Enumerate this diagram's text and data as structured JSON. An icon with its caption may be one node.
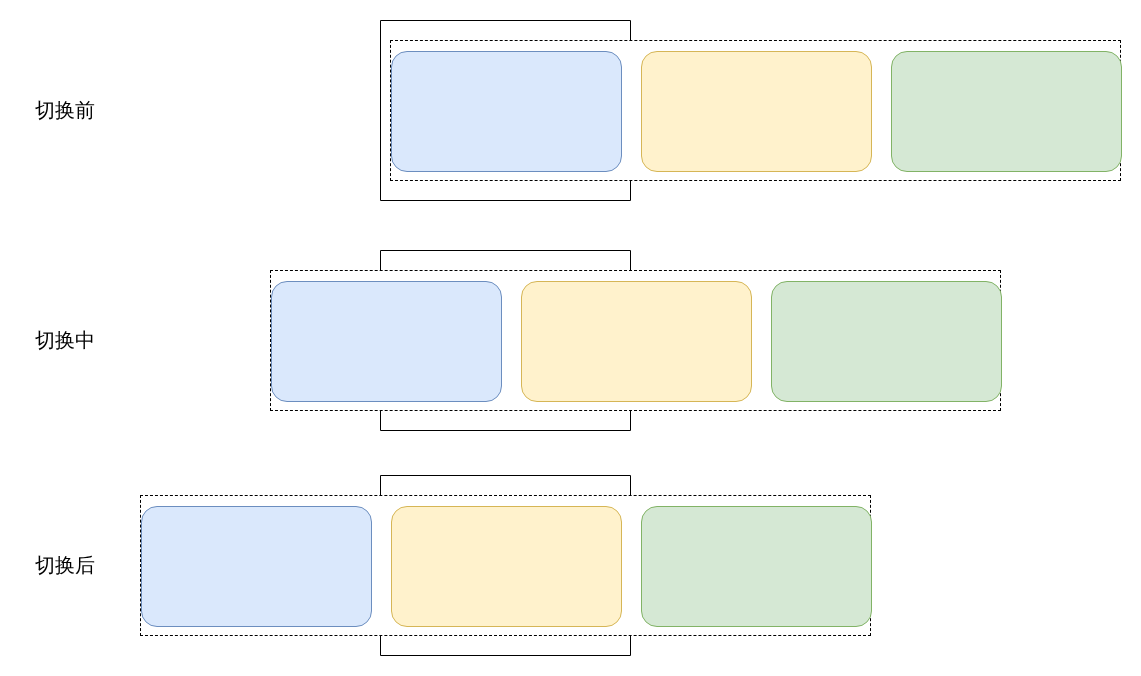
{
  "diagram": {
    "nodes": [
      {
        "text": [],
        "shape": "box"
      },
      {
        "text": [],
        "shape": "box",
        "in": 0
      },
      {
        "text": [],
        "shape": "box",
        "in": 0
      },
      {
        "text": [],
        "shape": "box",
        "in": 0
      },
      {
        "text": [],
        "shape": "box"
      },
      {
        "text": [],
        "shape": "box",
        "in": 4
      },
      {
        "text": [],
        "shape": "box",
        "in": 4
      },
      {
        "text": [],
        "shape": "box",
        "in": 4
      },
      {
        "text": [],
        "shape": "box"
      },
      {
        "text": [],
        "shape": "box",
        "in": 8
      },
      {
        "text": [],
        "shape": "box",
        "in": 8
      },
      {
        "text": [],
        "shape": "box",
        "in": 8
      }
    ],
    "edges": [],
    "labels": [
      "切换前",
      "切换中",
      "切换后"
    ]
  }
}
